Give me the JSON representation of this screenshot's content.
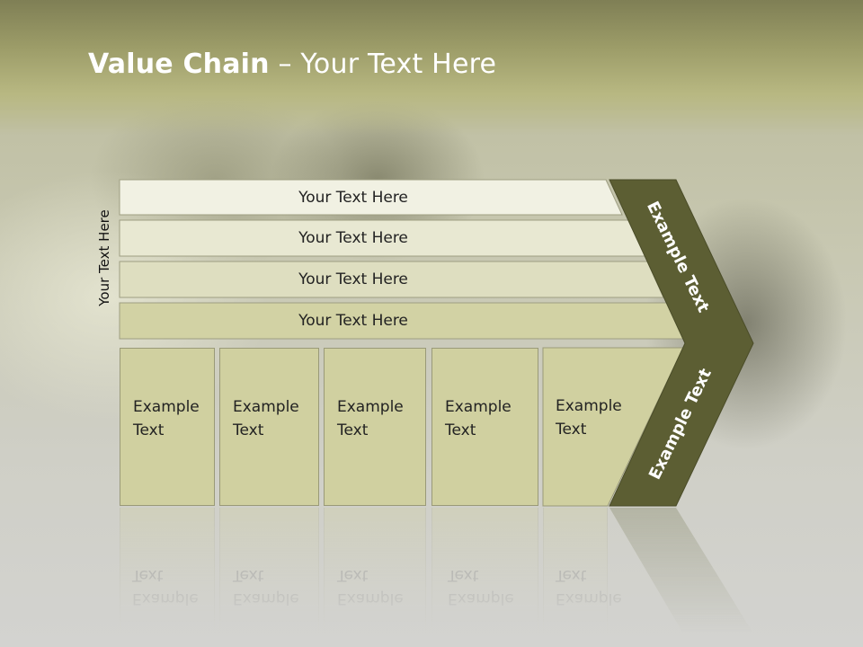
{
  "title": {
    "bold": "Value Chain",
    "rest": " – Your Text Here"
  },
  "side_label": "Your Text Here",
  "rows": [
    {
      "label": "Your Text Here"
    },
    {
      "label": "Your Text Here"
    },
    {
      "label": "Your Text Here"
    },
    {
      "label": "Your Text Here"
    }
  ],
  "boxes": [
    {
      "line1": "Example",
      "line2": "Text"
    },
    {
      "line1": "Example",
      "line2": "Text"
    },
    {
      "line1": "Example",
      "line2": "Text"
    },
    {
      "line1": "Example",
      "line2": "Text"
    },
    {
      "line1": "Example",
      "line2": "Text"
    }
  ],
  "arrow": {
    "upper": "Example Text",
    "lower": "Example Text",
    "color": "#5c5e33"
  },
  "colors": {
    "row1": "#f1f1e3",
    "row2": "#e8e8d2",
    "row3": "#dedec0",
    "row4": "#d2d2a4",
    "box": "#d0d0a0"
  }
}
